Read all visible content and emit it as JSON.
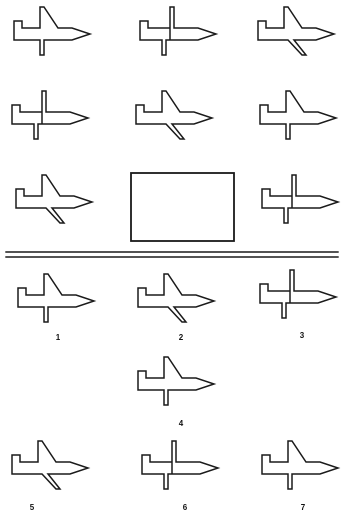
{
  "colors": {
    "ink": "#1a1a1a",
    "paper": "#ffffff"
  },
  "answers": {
    "labels": [
      "1",
      "2",
      "3",
      "4",
      "5",
      "6",
      "7"
    ]
  }
}
